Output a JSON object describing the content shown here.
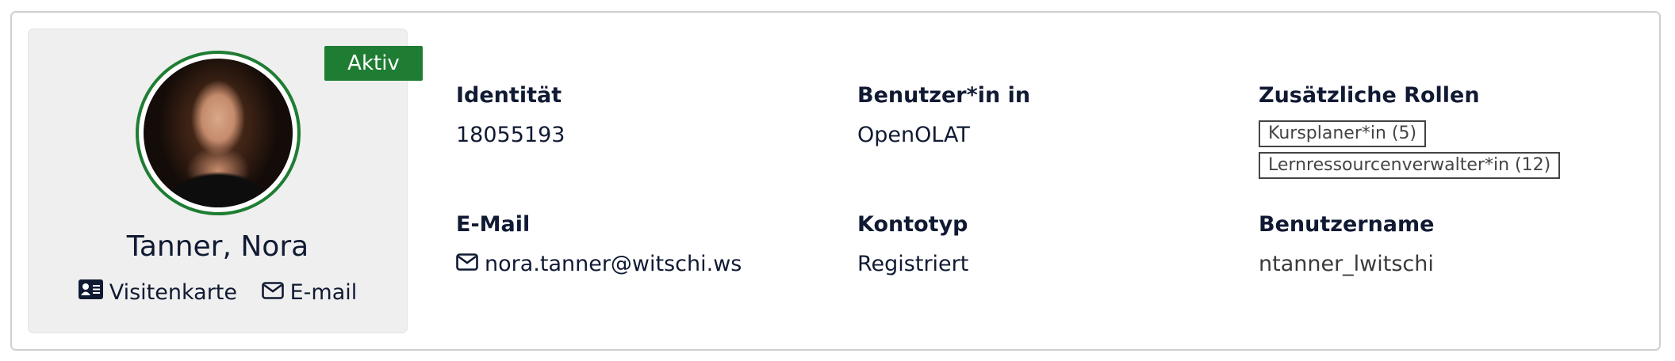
{
  "profile": {
    "status_badge": "Aktiv",
    "name": "Tanner, Nora",
    "links": {
      "business_card": {
        "label": "Visitenkarte",
        "icon": "id-card-icon"
      },
      "email": {
        "label": "E-mail",
        "icon": "envelope-icon"
      }
    }
  },
  "details": {
    "identity": {
      "label": "Identität",
      "value": "18055193"
    },
    "user_in": {
      "label": "Benutzer*in in",
      "value": "OpenOLAT"
    },
    "additional_roles": {
      "label": "Zusätzliche Rollen",
      "tags": [
        "Kursplaner*in (5)",
        "Lernressourcenverwalter*in (12)"
      ]
    },
    "email": {
      "label": "E-Mail",
      "value": "nora.tanner@witschi.ws",
      "icon": "envelope-icon"
    },
    "account_type": {
      "label": "Kontotyp",
      "value": "Registriert"
    },
    "username": {
      "label": "Benutzername",
      "value": "ntanner_lwitschi"
    }
  },
  "colors": {
    "status_green": "#1f7d33",
    "text_navy": "#111a33",
    "card_bg": "#efefef",
    "border": "#cfcfcf"
  }
}
